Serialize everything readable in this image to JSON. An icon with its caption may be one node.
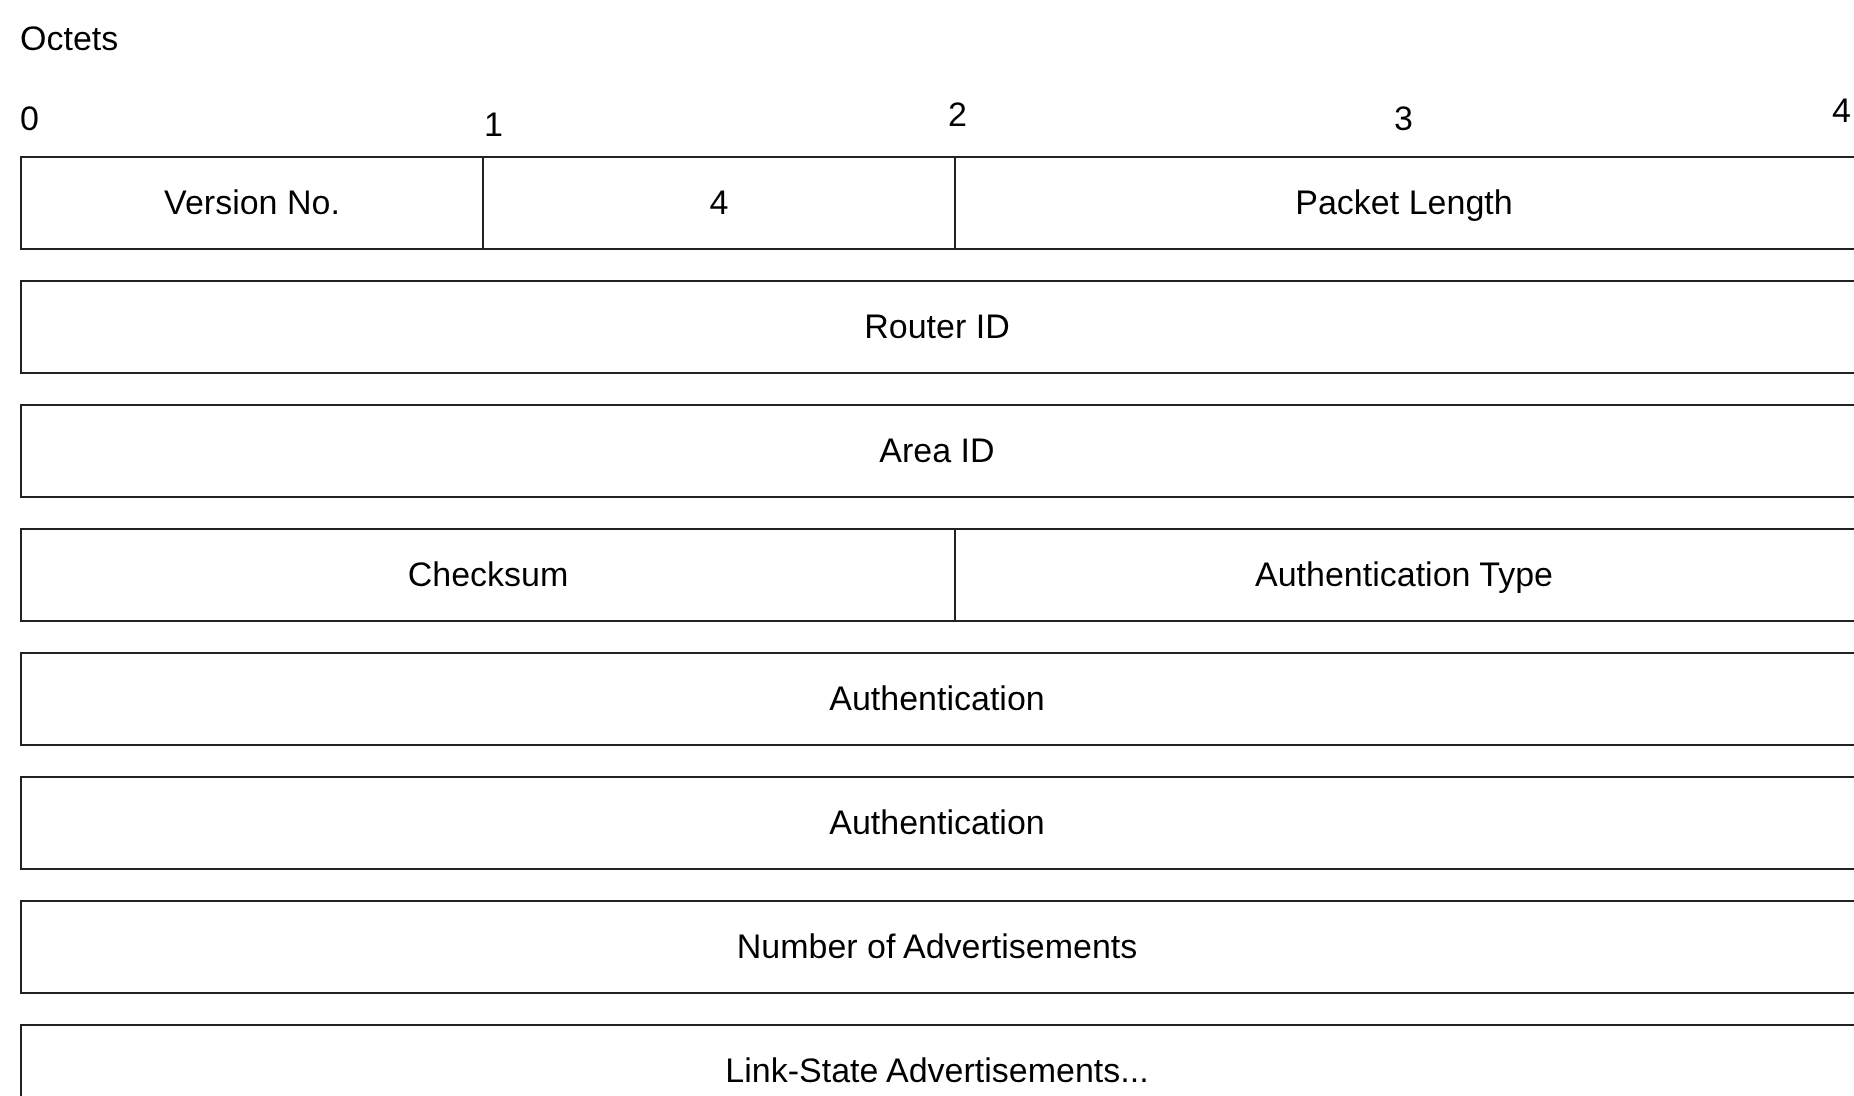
{
  "diagram": {
    "nodes": [
      {
        "text": [
          "Version No."
        ]
      },
      {
        "text": [
          "4"
        ]
      },
      {
        "text": [
          "Packet Length"
        ]
      },
      {
        "text": [
          "Router ID"
        ]
      },
      {
        "text": [
          "Area ID"
        ]
      },
      {
        "text": [
          "Checksum"
        ]
      },
      {
        "text": [
          "Authentication Type"
        ]
      },
      {
        "text": [
          "Authentication"
        ]
      },
      {
        "text": [
          "Authentication"
        ]
      },
      {
        "text": [
          "Number of Advertisements"
        ]
      },
      {
        "text": [
          "Link-State Advertisements..."
        ]
      }
    ],
    "edges": [],
    "labels": [
      "Octets",
      "0",
      "1",
      "2",
      "3",
      "4"
    ]
  }
}
